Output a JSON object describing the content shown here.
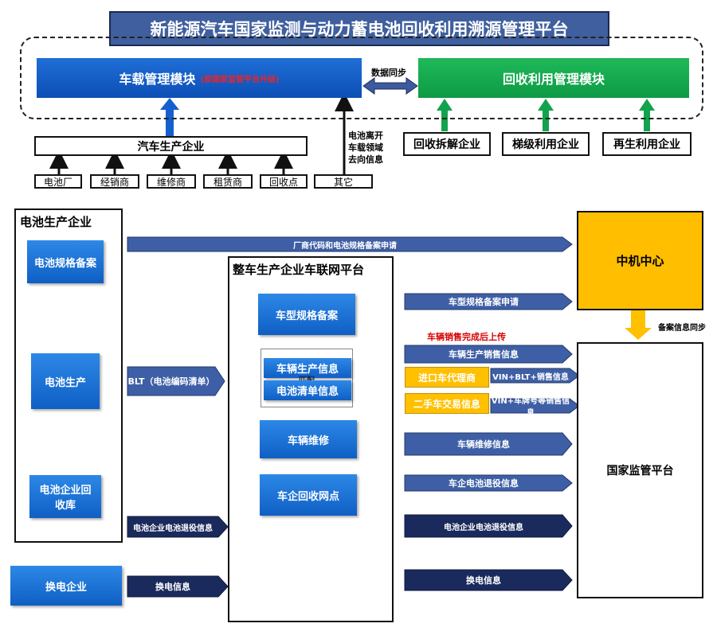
{
  "title": "新能源汽车国家监测与动力蓄电池回收利用溯源管理平台",
  "top": {
    "vehicle_module": "车载管理模块",
    "vehicle_module_note": "(原国家监管平台升级)",
    "sync_label": "数据同步",
    "recycle_module": "回收利用管理模块",
    "automaker": "汽车生产企业",
    "automaker_sources": [
      "电池厂",
      "经销商",
      "维修商",
      "租赁商",
      "回收点"
    ],
    "other": "其它",
    "leave_info": "电池离开\n车载领域\n去向信息",
    "recycle_enterprises": [
      "回收拆解企业",
      "梯级利用企业",
      "再生利用企业"
    ]
  },
  "battery_panel": {
    "title": "电池生产企业",
    "items": [
      "电池规格备案",
      "电池生产",
      "电池企业回收库"
    ]
  },
  "swap": {
    "enterprise": "换电企业",
    "info_left": "换电信息",
    "info_right": "换电信息"
  },
  "vehicle_panel": {
    "title": "整车生产企业车联网平台",
    "items": [
      "车型规格备案",
      "车辆生产信息",
      "电池清单信息",
      "车辆维修",
      "车企回收网点"
    ],
    "match": "匹配"
  },
  "center_node": "中机中心",
  "national_platform": "国家监管平台",
  "arrows": {
    "manufacturer_code": "厂商代码和电池规格备案申请",
    "model_spec": "车型规格备案申请",
    "sales_note": "车辆销售完成后上传",
    "production_sales": "车辆生产销售信息",
    "blt": "BLT（电池编码清单）",
    "import_agent": "进口车代理商",
    "used_car": "二手车交易信息",
    "vin_blt": "VIN+BLT+销售信息",
    "vin_plate": "VIN+车牌号等销售信息",
    "repair": "车辆维修信息",
    "retire_vehicle": "车企电池退役信息",
    "retire_battery_left": "电池企业电池退役信息",
    "retire_battery_right": "电池企业电池退役信息",
    "filing_sync": "备案信息同步"
  }
}
